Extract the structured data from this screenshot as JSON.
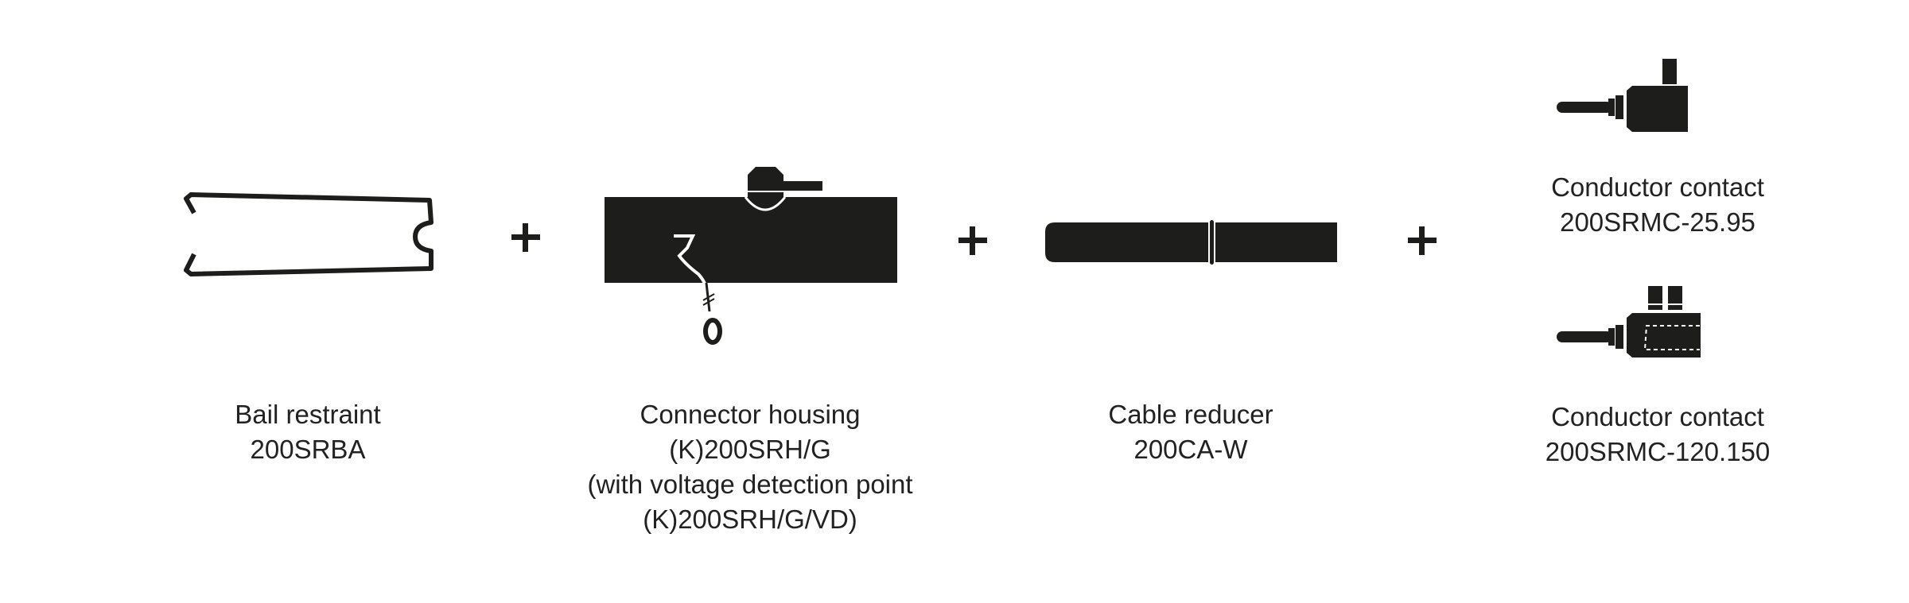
{
  "colors": {
    "ink": "#1d1d1b",
    "background": "#ffffff"
  },
  "operator": "+",
  "components": [
    {
      "id": "bail-restraint",
      "name": "Bail restraint",
      "code": "200SRBA"
    },
    {
      "id": "connector-housing",
      "name": "Connector housing",
      "code": "(K)200SRH/G",
      "note": "(with voltage detection point",
      "code_alt": "(K)200SRH/G/VD)"
    },
    {
      "id": "cable-reducer",
      "name": "Cable reducer",
      "code": "200CA-W"
    },
    {
      "id": "conductor-contact-small",
      "name": "Conductor contact",
      "code": "200SRMC-25.95"
    },
    {
      "id": "conductor-contact-large",
      "name": "Conductor contact",
      "code": "200SRMC-120.150"
    }
  ]
}
